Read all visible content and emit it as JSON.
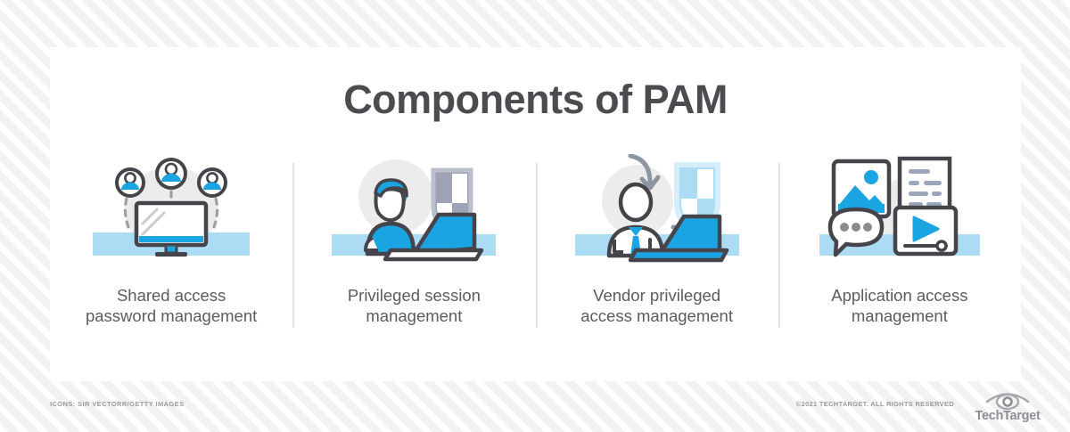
{
  "graphic": {
    "title": "Components of PAM",
    "columns": [
      {
        "icon_name": "shared-access-users-monitor-icon",
        "caption": "Shared access\npassword management"
      },
      {
        "icon_name": "privileged-session-person-laptop-shield-icon",
        "caption": "Privileged session\nmanagement"
      },
      {
        "icon_name": "vendor-privileged-access-person-shield-arrows-icon",
        "caption": "Vendor privileged\naccess management"
      },
      {
        "icon_name": "application-access-app-tiles-icon",
        "caption": "Application access\nmanagement"
      }
    ]
  },
  "footer": {
    "credit": "ICONS: SIR VECTORR/GETTY IMAGES",
    "copyright": "©2021 TECHTARGET. ALL RIGHTS RESERVED",
    "logo_text": "TechTarget",
    "logo_icon_name": "techtarget-eye-icon"
  },
  "colors": {
    "accent_blue": "#1ba4e2",
    "light_blue": "#abdcf4",
    "dark_gray": "#44444a",
    "title_gray": "#4b4b50",
    "caption_gray": "#5b5b60",
    "shield_gray": "#9da3b5",
    "backdrop_gray": "#ececec"
  }
}
